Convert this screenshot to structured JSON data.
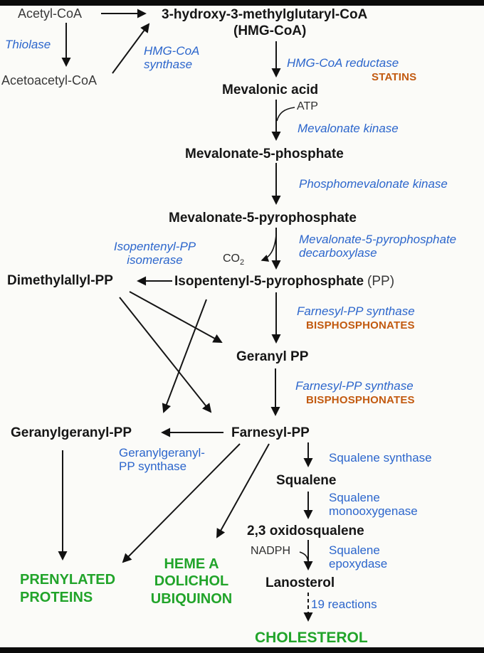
{
  "diagram_title": "Mevalonate / cholesterol biosynthesis pathway",
  "colors": {
    "metabolite_text": "#161616",
    "enzyme_text": "#2c66cc",
    "drug_text": "#c25a10",
    "product_text": "#21a42a",
    "background": "#fbfbf8",
    "arrow": "#111111"
  },
  "metabolites": {
    "acetyl_coa": "Acetyl-CoA",
    "acetoacetyl_coa": "Acetoacetyl-CoA",
    "hmg_coa": [
      "3-hydroxy-3-methylglutaryl-CoA",
      "(HMG-CoA)"
    ],
    "mevalonic_acid": "Mevalonic acid",
    "mevalonate_5_phosphate": "Mevalonate-5-phosphate",
    "mevalonate_5_pyrophosphate": "Mevalonate-5-pyrophosphate",
    "isopentenyl_5_pyrophosphate": "Isopentenyl-5-pyrophosphate",
    "isopentenyl_suffix": "(PP)",
    "dimethylallyl_pp": "Dimethylallyl-PP",
    "geranyl_pp": "Geranyl PP",
    "farnesyl_pp": "Farnesyl-PP",
    "geranylgeranyl_pp": "Geranylgeranyl-PP",
    "squalene": "Squalene",
    "oxidosqualene": "2,3 oxidosqualene",
    "lanosterol": "Lanosterol"
  },
  "enzymes": {
    "thiolase": "Thiolase",
    "hmg_coa_synthase": [
      "HMG-CoA",
      "synthase"
    ],
    "hmg_coa_reductase": "HMG-CoA reductase",
    "mevalonate_kinase": "Mevalonate kinase",
    "phosphomevalonate_kinase": "Phosphomevalonate kinase",
    "mev5pp_decarboxylase": [
      "Mevalonate-5-pyrophosphate",
      "decarboxylase"
    ],
    "isopentenyl_pp_isomerase": [
      "Isopentenyl-PP",
      "isomerase"
    ],
    "farnesyl_pp_synthase_1": "Farnesyl-PP synthase",
    "farnesyl_pp_synthase_2": "Farnesyl-PP synthase",
    "geranylgeranyl_pp_synthase": [
      "Geranylgeranyl-",
      "PP synthase"
    ],
    "squalene_synthase": "Squalene synthase",
    "squalene_monooxygenase": [
      "Squalene",
      "monooxygenase"
    ],
    "squalene_epoxydase": [
      "Squalene",
      "epoxydase"
    ],
    "nineteen_reactions": "19 reactions"
  },
  "drugs": {
    "statins": "STATINS",
    "bisphosphonates_1": "BISPHOSPHONATES",
    "bisphosphonates_2": "BISPHOSPHONATES"
  },
  "products": {
    "prenylated_proteins": [
      "PRENYLATED",
      "PROTEINS"
    ],
    "heme_dolichol_ubiquinon": [
      "HEME A",
      "DOLICHOL",
      "UBIQUINON"
    ],
    "cholesterol": "CHOLESTEROL"
  },
  "cofactors": {
    "atp": "ATP",
    "co2_base": "CO",
    "co2_sub": "2",
    "nadph": "NADPH"
  }
}
